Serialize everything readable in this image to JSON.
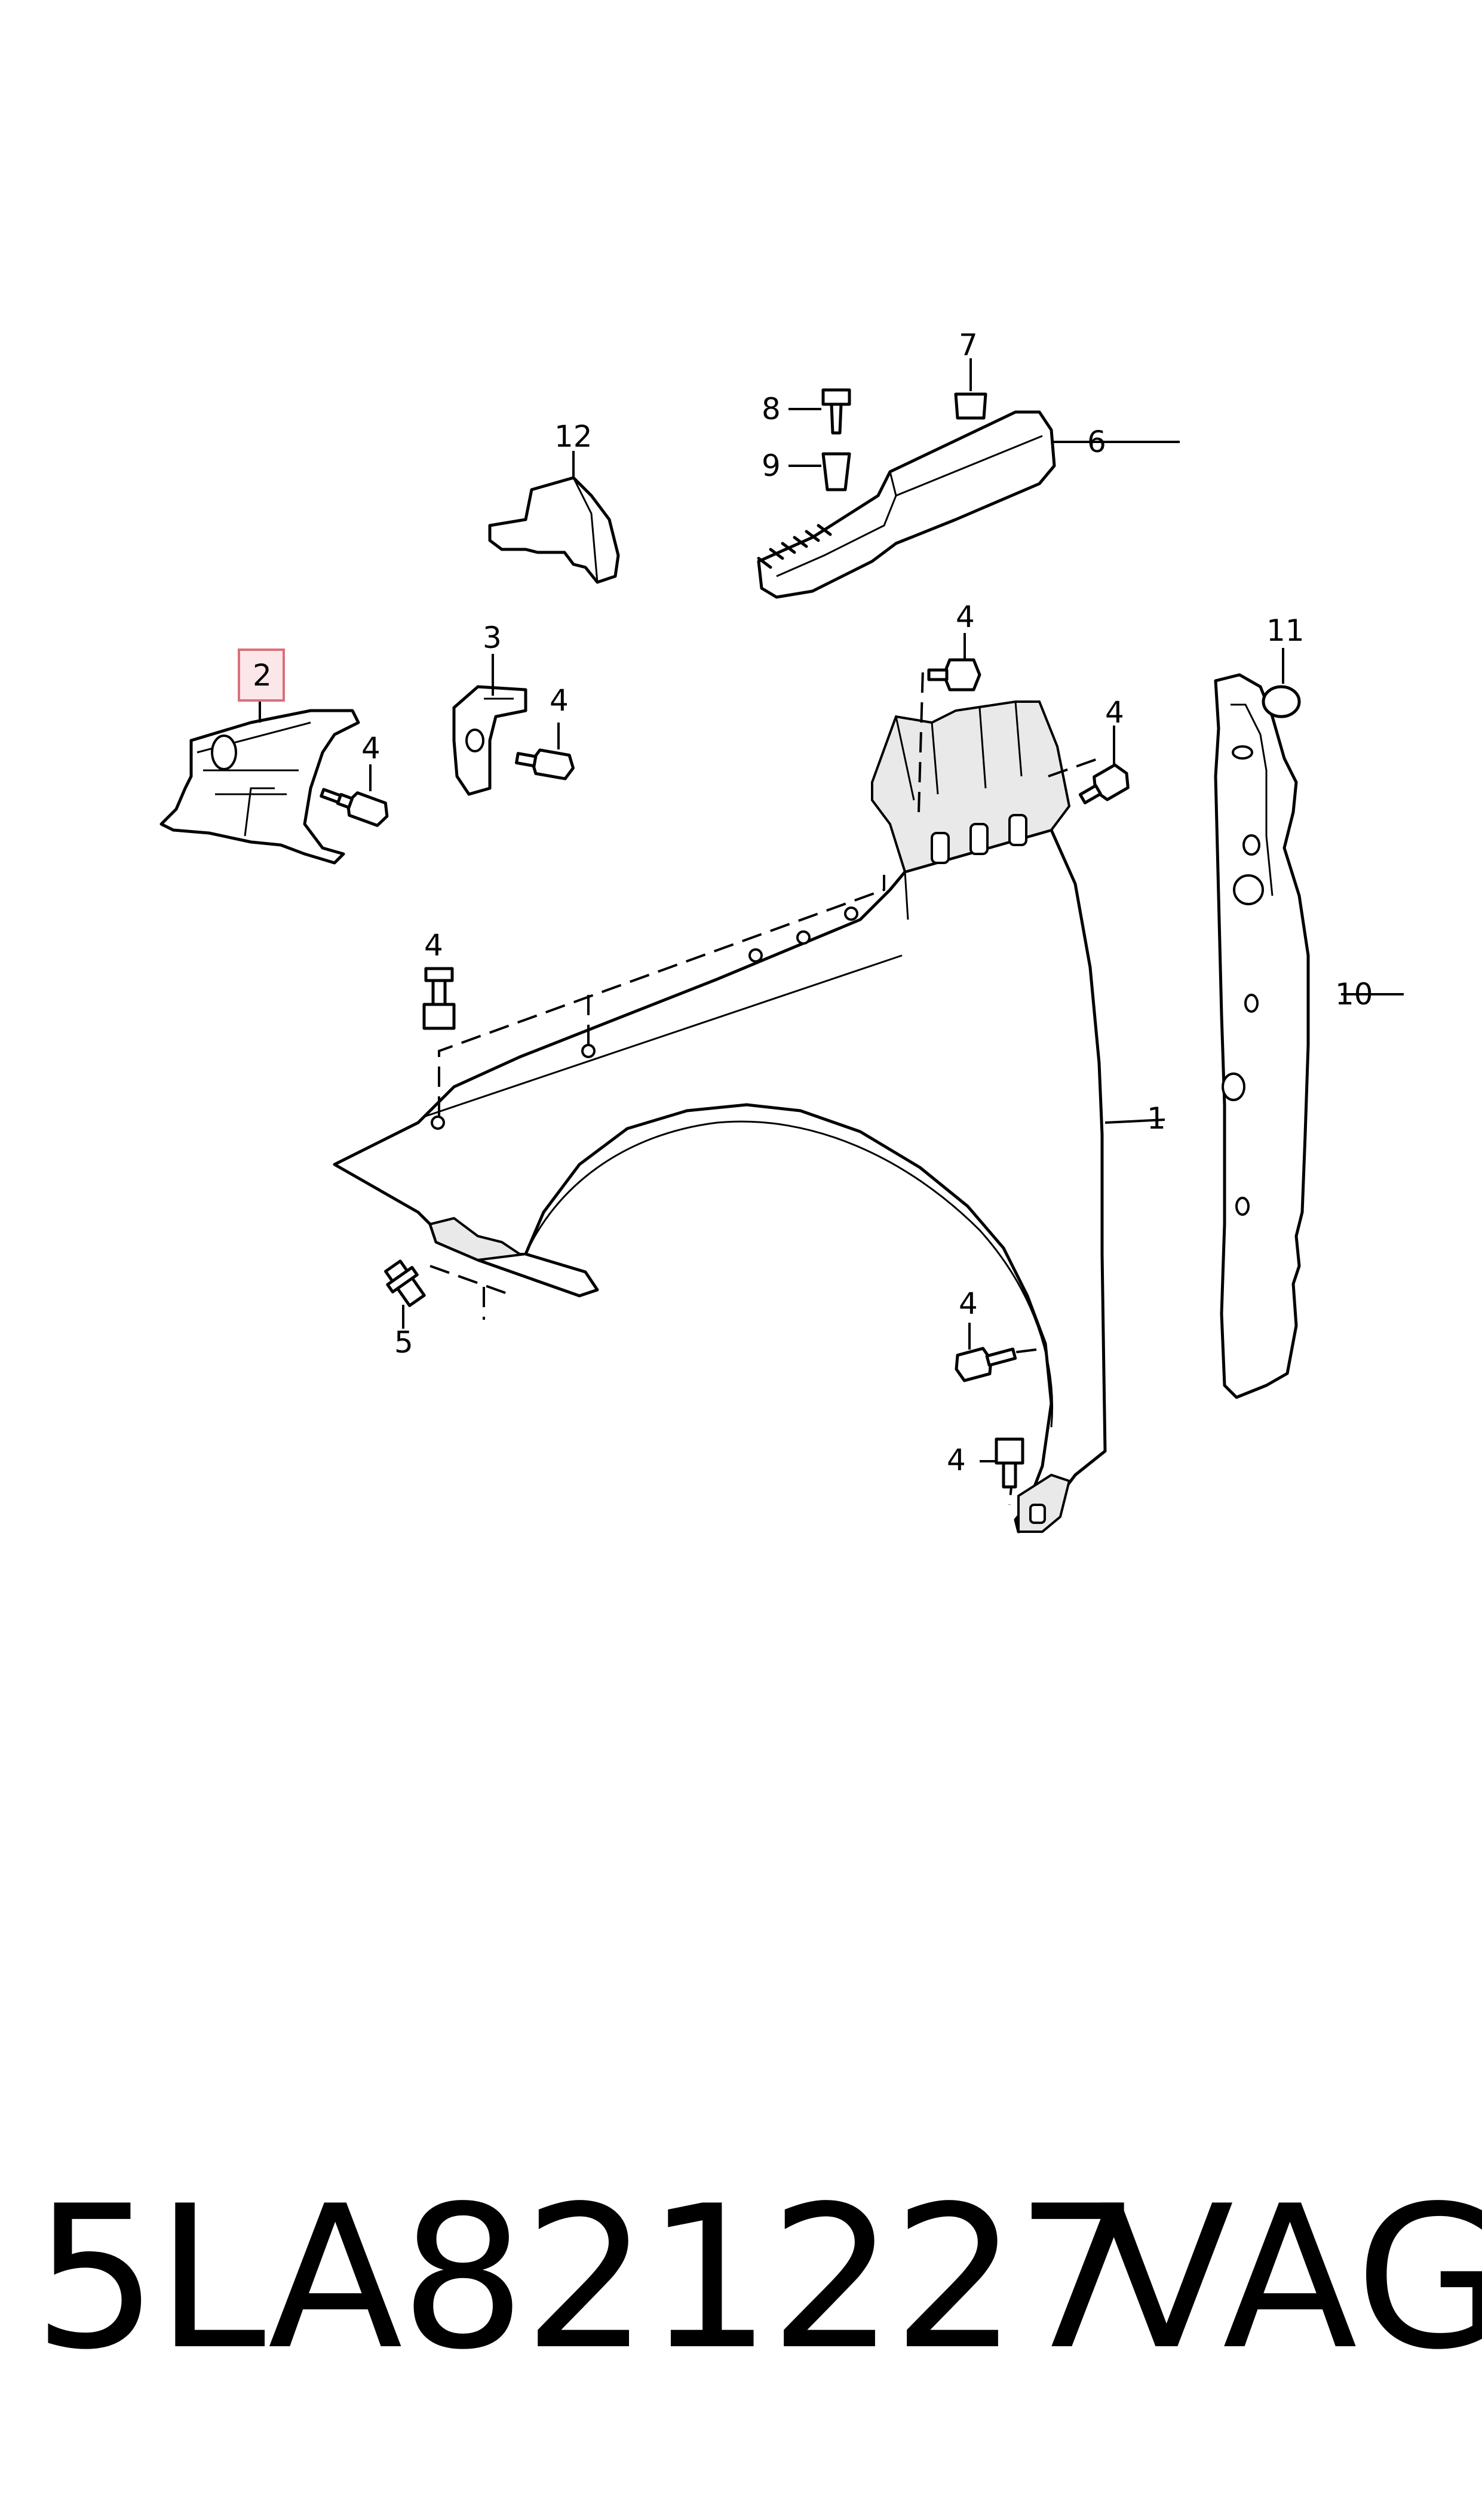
{
  "callouts": {
    "c1": "1",
    "c2": "2",
    "c3": "3",
    "c4a": "4",
    "c4b": "4",
    "c4c": "4",
    "c4d": "4",
    "c4e": "4",
    "c4f": "4",
    "c4g": "4",
    "c5": "5",
    "c6": "6",
    "c7": "7",
    "c8": "8",
    "c9": "9",
    "c10": "10",
    "c11": "11",
    "c12": "12"
  },
  "highlight": {
    "part": "2",
    "border_color": "#d9707a",
    "fill_color": "#fbe6e9"
  },
  "footer": {
    "part_number": "5LA821227",
    "manufacturer": "VAG"
  }
}
